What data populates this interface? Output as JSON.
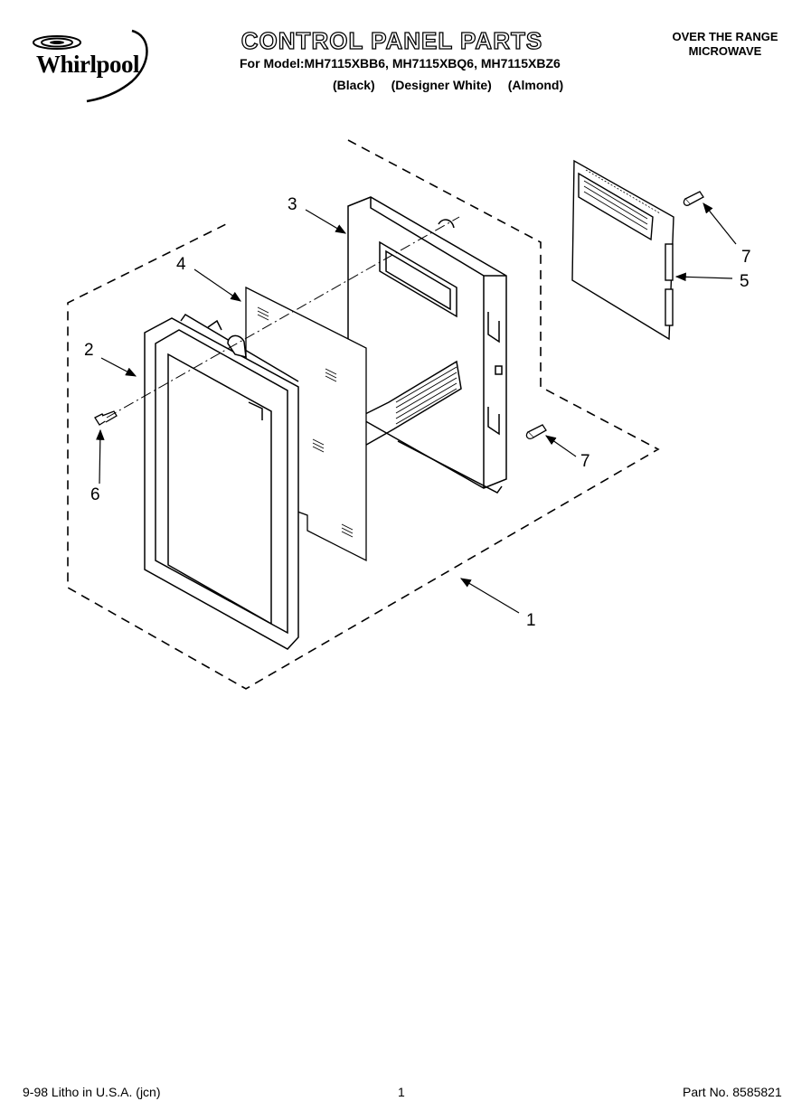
{
  "header": {
    "brand": "Whirlpool",
    "title": "CONTROL PANEL PARTS",
    "model_line": "For Model:MH7115XBB6, MH7115XBQ6, MH7115XBZ6",
    "variants": [
      "(Black)",
      "(Designer White)",
      "(Almond)"
    ],
    "category_line1": "OVER THE RANGE",
    "category_line2": "MICROWAVE"
  },
  "callouts": {
    "c1": "1",
    "c2": "2",
    "c3": "3",
    "c4": "4",
    "c5": "5",
    "c6": "6",
    "c7a": "7",
    "c7b": "7"
  },
  "footer": {
    "litho": "9-98 Litho in U.S.A. (jcn)",
    "page": "1",
    "part_number": "Part No. 8585821"
  }
}
